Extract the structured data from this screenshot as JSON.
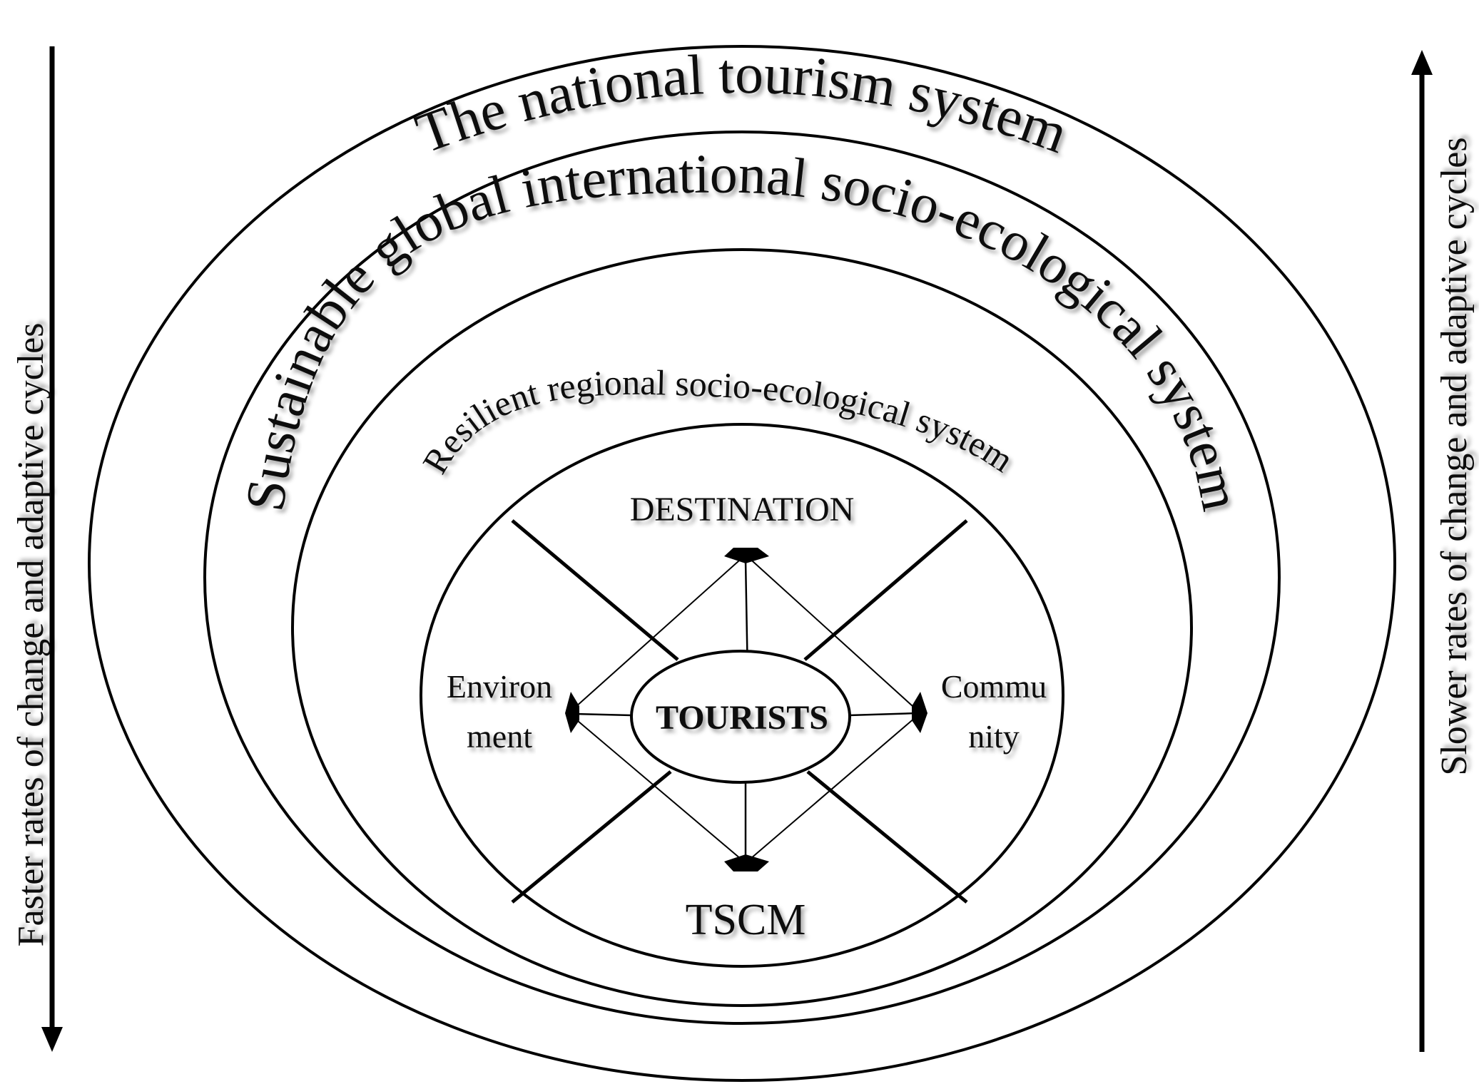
{
  "side_labels": {
    "left": "Faster rates of change and adaptive cycles",
    "right": "Slower rates of change and adaptive cycles"
  },
  "rings": {
    "outer": "The national tourism system",
    "second": "Sustainable global international socio-ecological system",
    "third": "Resilient regional socio-ecological system"
  },
  "nodes": {
    "top": "DESTINATION",
    "left_line1": "Environ",
    "left_line2": "ment",
    "right_line1": "Commu",
    "right_line2": "nity",
    "bottom": "TSCM",
    "center": "TOURISTS"
  },
  "colors": {
    "ink": "#000000",
    "text": "#111111",
    "background": "#ffffff"
  }
}
